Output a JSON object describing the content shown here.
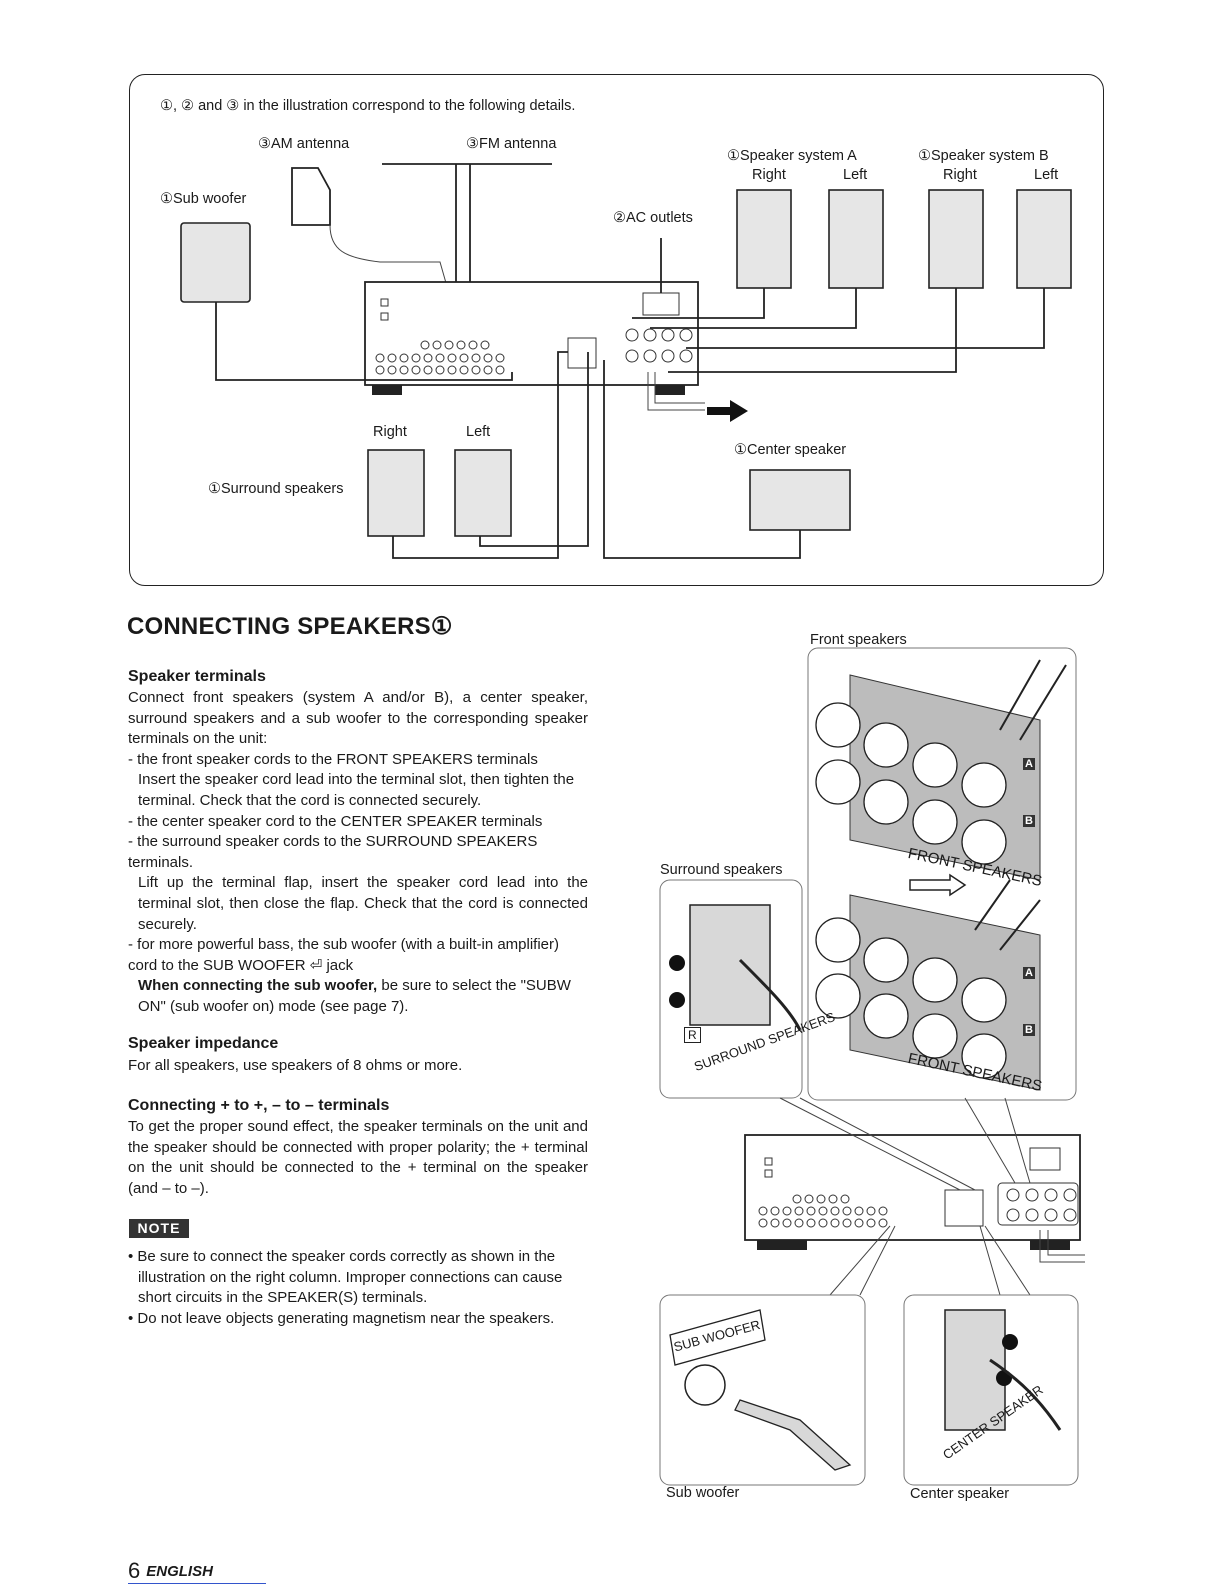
{
  "diagram": {
    "intro": "①, ② and ③ in the illustration correspond to the following details.",
    "am_antenna": "③AM antenna",
    "fm_antenna": "③FM antenna",
    "sub_woofer": "①Sub woofer",
    "ac_outlets": "②AC outlets",
    "speaker_a": "①Speaker system A",
    "speaker_b": "①Speaker system B",
    "right": "Right",
    "left": "Left",
    "center_speaker": "①Center speaker",
    "surround_speakers": "①Surround speakers"
  },
  "section": {
    "title": "CONNECTING SPEAKERS①",
    "terminals_heading": "Speaker terminals",
    "terminals_intro": "Connect front speakers (system A and/or B), a center speaker, surround speakers and a sub woofer to the corresponding speaker terminals on the unit:",
    "item1": "- the front speaker cords to the FRONT SPEAKERS terminals",
    "item1_detail": "Insert the speaker cord lead into the terminal slot, then tighten the terminal. Check that the cord is connected securely.",
    "item2": "- the center speaker cord to the CENTER SPEAKER terminals",
    "item3": "- the surround speaker cords to the SURROUND SPEAKERS terminals.",
    "item3_detail": "Lift up the terminal flap, insert the speaker cord lead into the terminal slot, then close the flap. Check that the cord is connected securely.",
    "item4": "- for more powerful bass, the sub woofer (with a built-in amplifier) cord to the SUB WOOFER ⏎ jack",
    "item4_bold": "When connecting the sub woofer,",
    "item4_rest": " be sure to select the \"SUBW ON\" (sub woofer on) mode (see page 7).",
    "impedance_heading": "Speaker impedance",
    "impedance_text": "For all speakers, use speakers of 8 ohms or more.",
    "polarity_heading": "Connecting + to +, – to – terminals",
    "polarity_text": "To get the proper sound effect, the speaker terminals on the unit and the speaker should be connected with proper polarity; the + terminal on the unit should be connected to the + terminal on the speaker (and – to –).",
    "note_label": "NOTE",
    "note1": "• Be sure to connect the speaker cords correctly as shown in the illustration on the right column. Improper connections can cause short circuits in the SPEAKER(S) terminals.",
    "note2": "• Do not leave objects generating magnetism near the speakers."
  },
  "right_figure": {
    "front_speakers": "Front speakers",
    "surround_speakers": "Surround speakers",
    "front_speakers_print": "FRONT SPEAKERS",
    "surround_print": "SURROUND SPEAKERS",
    "sub_woofer_print": "SUB WOOFER",
    "center_print": "CENTER SPEAKER",
    "sub_woofer": "Sub woofer",
    "center_speaker": "Center speaker",
    "mark_a": "A",
    "mark_b": "B",
    "mark_r": "R"
  },
  "footer": {
    "page": "6",
    "language": "ENGLISH"
  }
}
